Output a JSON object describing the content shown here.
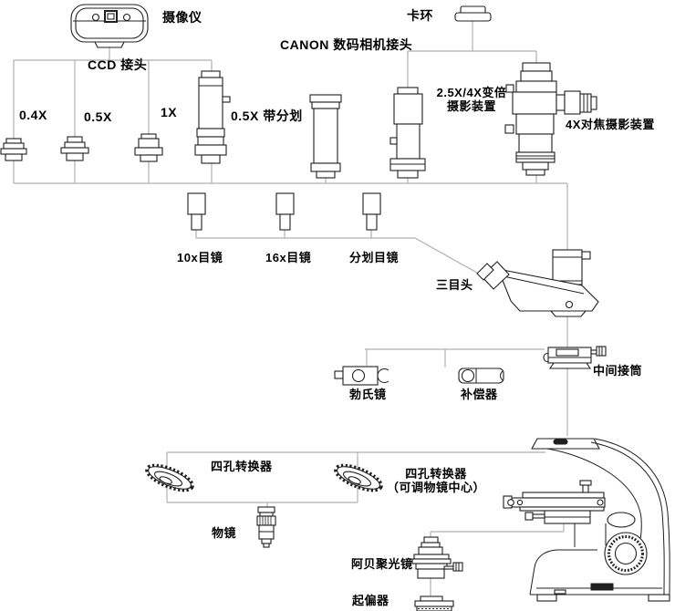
{
  "diagram": {
    "description": "microscope-accessory-configuration-diagram",
    "colors": {
      "line_art": "#1f1f1f",
      "connector": "#b0b0b0",
      "background": "#ffffff",
      "text": "#000000"
    },
    "labels": {
      "camera": "摄像仪",
      "ccd_adapter": "CCD 接头",
      "canon_adapter": "CANON 数码相机接头",
      "clamp_ring": "卡环",
      "adapter_04x": "0.4X",
      "adapter_05x": "0.5X",
      "adapter_1x": "1X",
      "adapter_05x_reticle": "0.5X 带分划",
      "zoom_photo_device_line1": "2.5X/4X变倍",
      "zoom_photo_device_line2": "摄影装置",
      "focus_photo_device": "4X对焦摄影装置",
      "eyepiece_10x": "10x目镜",
      "eyepiece_16x": "16x目镜",
      "eyepiece_reticle": "分划目镜",
      "trinocular_head": "三目头",
      "intermediate_tube": "中间接筒",
      "bertrand_lens": "勃氏镜",
      "compensator": "补偿器",
      "nosepiece": "四孔转换器",
      "nosepiece_adjustable_line1": "四孔转换器",
      "nosepiece_adjustable_line2": "（可调物镜中心）",
      "objective": "物镜",
      "abbe_condenser": "阿贝聚光镜",
      "polarizer": "起偏器"
    }
  }
}
